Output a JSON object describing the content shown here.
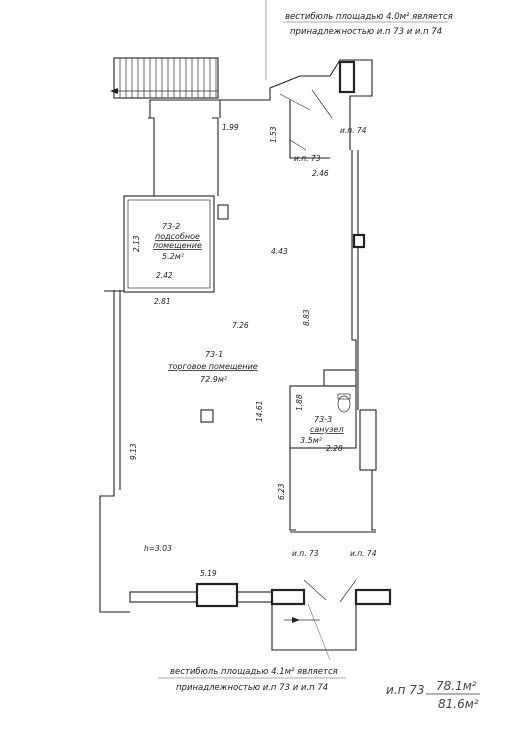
{
  "notes": {
    "top_line1": "вестибюль площадью 4.0м² является",
    "top_line2": "принадлежностью и.п 73 и и.п 74",
    "bottom_line1": "вестибюль площадью 4.1м² является",
    "bottom_line2": "принадлежностью и.п 73 и и.п 74"
  },
  "rooms": {
    "r1": {
      "code": "73-1",
      "name": "торговое помещение",
      "area": "72.9м²"
    },
    "r2": {
      "code": "73-2",
      "name_line1": "подсобное",
      "name_line2": "помещение",
      "area": "5.2м²"
    },
    "r3": {
      "code": "73-3",
      "name": "санузел",
      "area": "3.5м²"
    }
  },
  "unit_labels": {
    "ip74_top": "и.п. 74",
    "ip73_top": "и.п. 73",
    "ip73_bottom": "и.п. 73",
    "ip74_bottom": "и.п. 74"
  },
  "dimensions": {
    "d1_99": "1.99",
    "d1_53": "1.53",
    "d2_46": "2.46",
    "d4_43": "4.43",
    "d2_13": "2.13",
    "d2_42": "2.42",
    "d2_81": "2.81",
    "d7_26": "7.26",
    "d8_83": "8.83",
    "d1_88": "1.88",
    "d14_61": "14.61",
    "d2_28": "2.28",
    "d9_13": "9.13",
    "d6_23": "6.23",
    "height": "h=3.03",
    "d5_19": "5.19"
  },
  "totals": {
    "unit": "и.п 73",
    "area1": "78.1м²",
    "area2": "81.6м²"
  }
}
